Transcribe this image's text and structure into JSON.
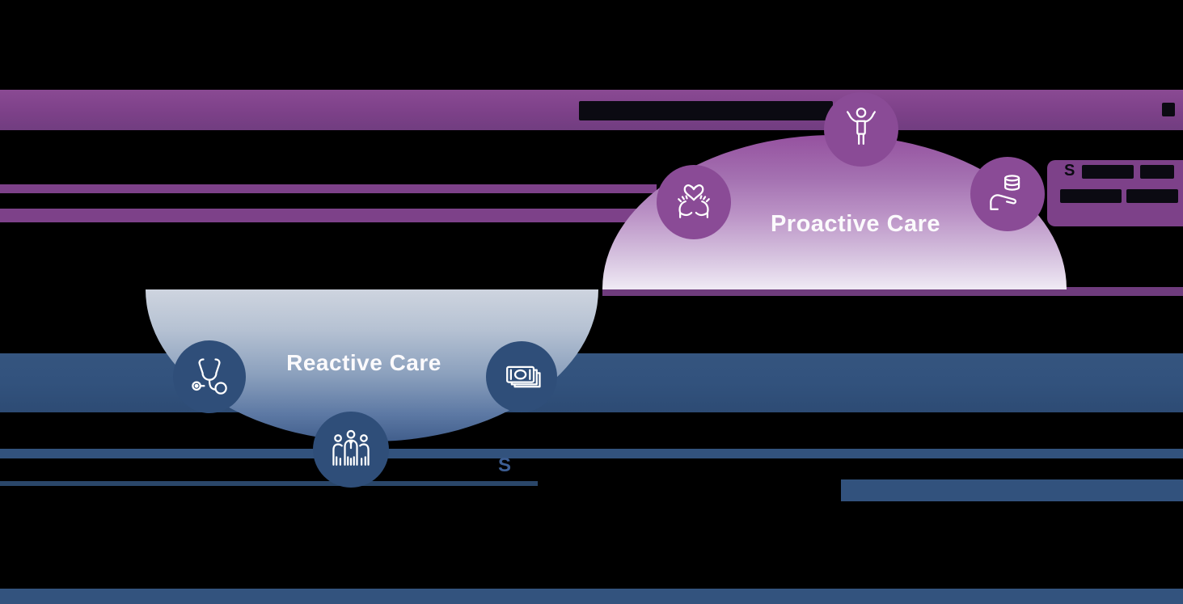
{
  "diagram": {
    "proactive_label": "Proactive Care",
    "reactive_label": "Reactive Care",
    "right_callout": {
      "visible_first_letter": "S"
    },
    "bottom_label": {
      "visible_first_letter": "S"
    }
  },
  "icons": [
    {
      "name": "stethoscope-icon",
      "section": "reactive"
    },
    {
      "name": "care-team-icon",
      "section": "reactive"
    },
    {
      "name": "money-bills-icon",
      "section": "reactive"
    },
    {
      "name": "hands-holding-heart-icon",
      "section": "proactive"
    },
    {
      "name": "person-arms-raised-icon",
      "section": "proactive"
    },
    {
      "name": "hand-with-coins-icon",
      "section": "proactive"
    }
  ],
  "colors": {
    "background": "#000000",
    "purple_ribbon": "#7d4189",
    "purple_circle": "#8a4b96",
    "hill_gradient_top": "#95519f",
    "hill_gradient_bottom": "#efe9f4",
    "blue_ribbon": "#32527d",
    "navy_circle": "#2f4e79",
    "bowl_gradient_top": "#ced4df",
    "bowl_gradient_bottom": "#415e8c",
    "hidden_text_silhouette": "#0b0a12",
    "label_text": "#ffffff",
    "bottom_letter_blue": "#3d5e93"
  }
}
